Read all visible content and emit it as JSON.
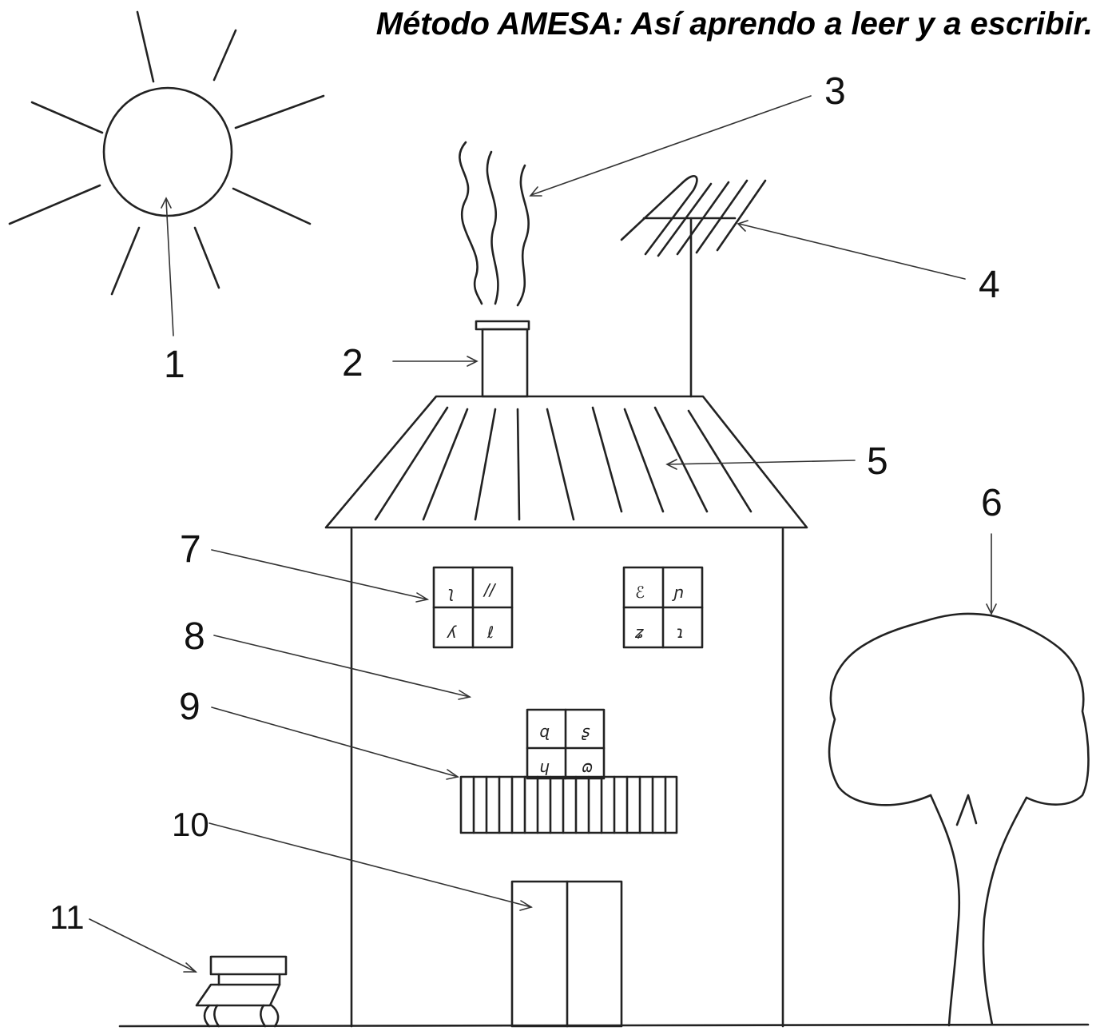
{
  "title": "Método AMESA: Así aprendo a leer y a escribir.",
  "labels": [
    {
      "number": "1",
      "part": "sun"
    },
    {
      "number": "2",
      "part": "chimney"
    },
    {
      "number": "3",
      "part": "smoke"
    },
    {
      "number": "4",
      "part": "antenna"
    },
    {
      "number": "5",
      "part": "roof"
    },
    {
      "number": "6",
      "part": "tree"
    },
    {
      "number": "7",
      "part": "window"
    },
    {
      "number": "8",
      "part": "wall"
    },
    {
      "number": "9",
      "part": "balcony"
    },
    {
      "number": "10",
      "part": "door"
    },
    {
      "number": "11",
      "part": "bench"
    }
  ],
  "window_pane_marks": {
    "left": [
      "ʅ",
      "//",
      "ʎ",
      "ℓ"
    ],
    "right": [
      "ℰ",
      "ɲ",
      "ʑ",
      "ɿ"
    ],
    "balcony": [
      "ɋ",
      "ʂ",
      "ɥ",
      "ɷ"
    ]
  }
}
